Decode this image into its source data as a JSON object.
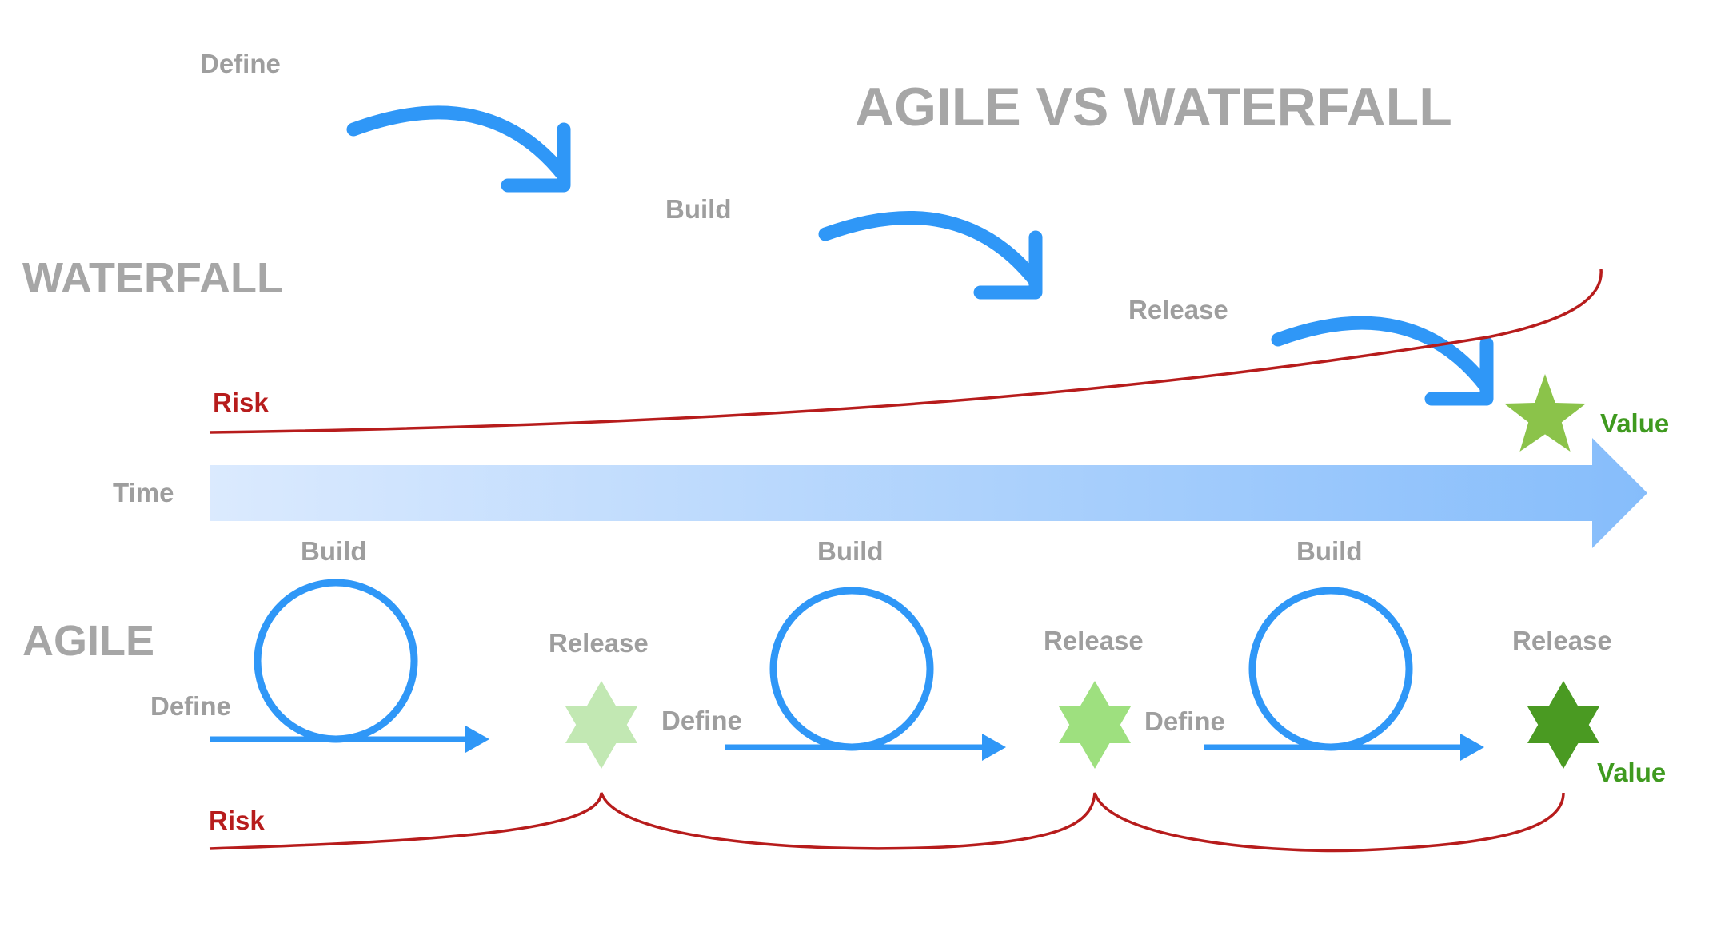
{
  "title": "AGILE VS WATERFALL",
  "waterfall": {
    "heading": "WATERFALL",
    "steps": [
      "Define",
      "Build",
      "Release"
    ],
    "risk_label": "Risk",
    "value_label": "Value"
  },
  "time_label": "Time",
  "agile": {
    "heading": "AGILE",
    "iterations": [
      {
        "build": "Build",
        "define": "Define",
        "release": "Release"
      },
      {
        "build": "Build",
        "define": "Define",
        "release": "Release"
      },
      {
        "build": "Build",
        "define": "Define",
        "release": "Release"
      }
    ],
    "risk_label": "Risk",
    "value_label": "Value"
  },
  "colors": {
    "heading_gray": "#a6a6a6",
    "label_gray": "#9e9e9e",
    "arrow_blue": "#2f97f7",
    "risk_red": "#b71c1c",
    "value_green": "#3f9a1f",
    "star_light": "#c2e8b3",
    "star_mid": "#9ee07f",
    "star_dark": "#4a9a22",
    "star_waterfall": "#8bc34a",
    "time_start": "#dbeafe",
    "time_end": "#86bdfb"
  }
}
